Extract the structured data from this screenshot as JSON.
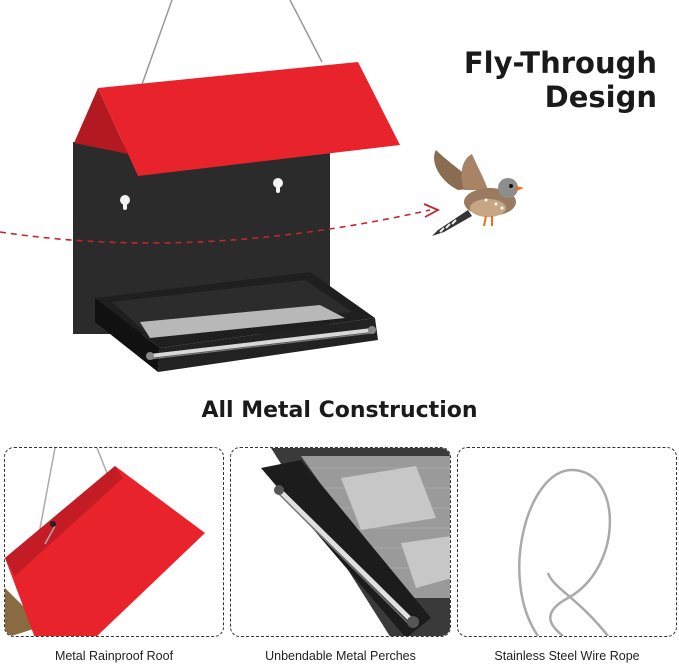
{
  "headline": {
    "line1": "Fly-Through",
    "line2": "Design"
  },
  "section_title": "All Metal Construction",
  "features": [
    {
      "caption": "Metal Rainproof Roof"
    },
    {
      "caption": "Unbendable Metal Perches"
    },
    {
      "caption": "Stainless Steel Wire Rope"
    }
  ],
  "colors": {
    "roof": "#e8232c",
    "body": "#2a2a2a",
    "accent_line": "#c0262c"
  },
  "icons": [
    "bird-icon",
    "flight-path-arrow-icon"
  ]
}
